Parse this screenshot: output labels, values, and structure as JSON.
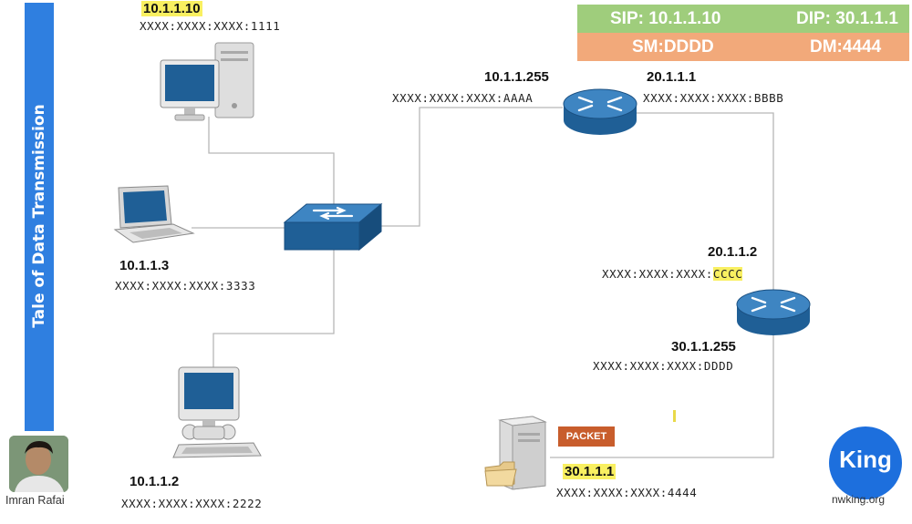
{
  "title": "Tale of Data Transmission",
  "header": {
    "sip": "SIP: 10.1.1.10",
    "dip": "DIP: 30.1.1.1",
    "sm": "SM:DDDD",
    "dm": "DM:4444",
    "sip_color": "#9fcd7c",
    "sm_color": "#f2a97a"
  },
  "nodes": {
    "pc1": {
      "ip": "10.1.1.10",
      "mac": "XXXX:XXXX:XXXX:1111",
      "icon": "desktop-computer-icon"
    },
    "laptop": {
      "ip": "10.1.1.3",
      "mac": "XXXX:XXXX:XXXX:3333",
      "icon": "laptop-icon"
    },
    "pc2": {
      "ip": "10.1.1.2",
      "mac": "XXXX:XXXX:XXXX:2222",
      "icon": "desktop-computer-icon"
    },
    "switch": {
      "icon": "switch-icon"
    },
    "router1": {
      "left_ip": "10.1.1.255",
      "left_mac": "XXXX:XXXX:XXXX:AAAA",
      "right_ip": "20.1.1.1",
      "right_mac": "XXXX:XXXX:XXXX:BBBB",
      "icon": "router-icon"
    },
    "router2": {
      "top_ip": "20.1.1.2",
      "top_mac_prefix": "XXXX:XXXX:XXXX:",
      "top_mac_suffix": "CCCC",
      "bottom_ip": "30.1.1.255",
      "bottom_mac": "XXXX:XXXX:XXXX:DDDD",
      "icon": "router-icon"
    },
    "server": {
      "ip": "30.1.1.1",
      "mac": "XXXX:XXXX:XXXX:4444",
      "icon": "server-icon"
    }
  },
  "packet_label": "PACKET",
  "author": "Imran Rafai",
  "logo": {
    "text": "King",
    "site": "nwking.org",
    "color": "#1d6fdd"
  },
  "colors": {
    "accent": "#2f7fe0",
    "device": "#1f5f96",
    "highlight": "#f9f061",
    "packet": "#c85d2c"
  }
}
